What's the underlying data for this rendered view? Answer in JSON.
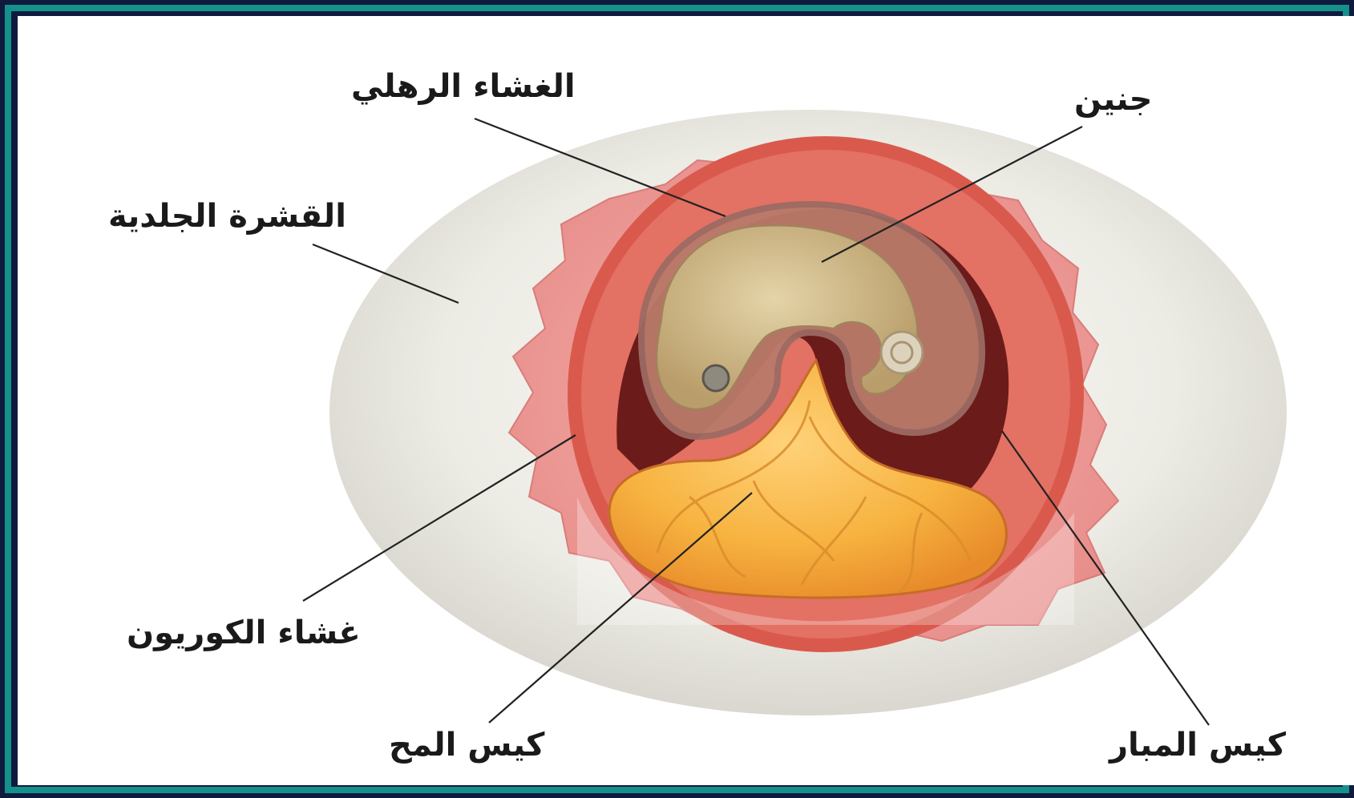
{
  "labels": {
    "amnion": "الغشاء الرهلي",
    "embryo": "جنين",
    "shell": "القشرة الجلدية",
    "chorion": "غشاء الكوريون",
    "yolk_sac": "كيس المح",
    "allantois": "كيس المبار"
  }
}
